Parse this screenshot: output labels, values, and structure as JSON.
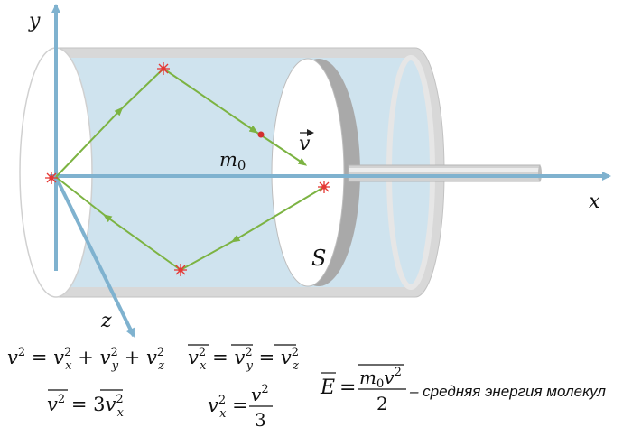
{
  "labels": {
    "axis_y": "y",
    "axis_x": "x",
    "axis_z": "z",
    "velocity": "v",
    "mass": "m",
    "mass_sub": "0",
    "surface": "S"
  },
  "formulas": {
    "f1": {
      "lhs": "v",
      "lhs_sup": "2",
      "rhs": [
        "v",
        "x",
        "2",
        "v",
        "y",
        "2",
        "v",
        "z",
        "2"
      ]
    },
    "f2": {
      "v": "v",
      "exp": "2",
      "coef": "3",
      "sub": "x"
    },
    "f3": {
      "v": "v",
      "exp": "2",
      "subs": [
        "x",
        "y",
        "z"
      ]
    },
    "f4": {
      "v": "v",
      "exp": "2",
      "sub": "x",
      "den": "3"
    },
    "energy": {
      "E": "E",
      "num_m": "m",
      "num_sub": "0",
      "num_v": "v",
      "num_exp": "2",
      "den": "2"
    },
    "energy_caption": "– средняя энергия молекул"
  },
  "colors": {
    "axis": "#7fb2cf",
    "gas": "#cfe3ee",
    "cylinder": "#d9d9d9",
    "path": "#7cb342",
    "collision": "#e53935"
  }
}
